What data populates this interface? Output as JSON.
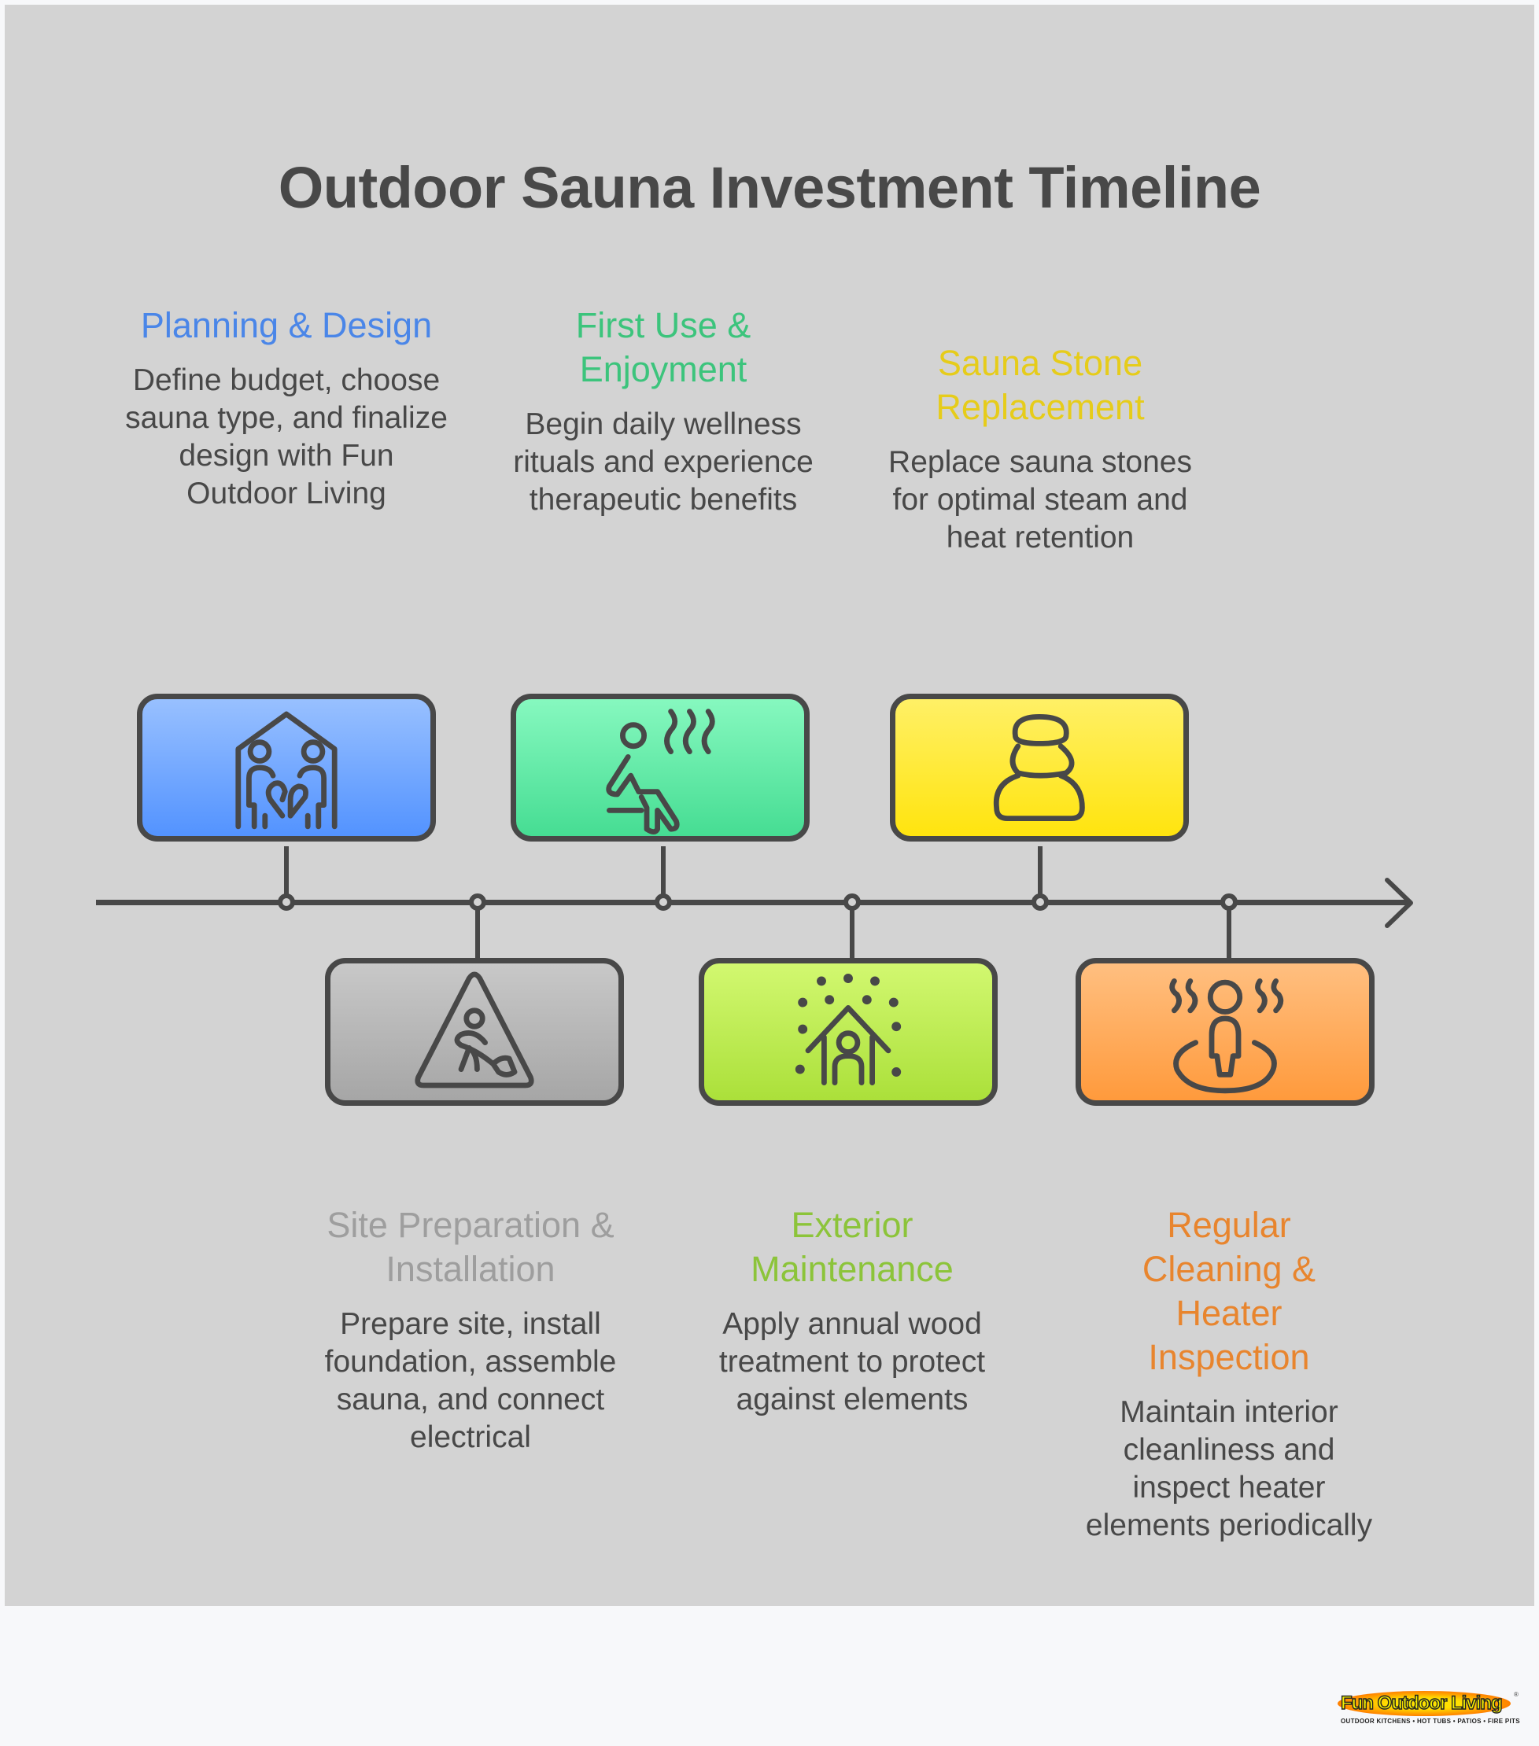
{
  "title": "Outdoor Sauna Investment Timeline",
  "colors": {
    "background_panel": "#d3d3d3",
    "page_background": "#f7f8fa",
    "stroke": "#484848",
    "text": "#484848"
  },
  "steps": [
    {
      "position": "top",
      "title": "Planning & Design",
      "description": "Define budget, choose sauna type, and finalize design with Fun Outdoor Living",
      "icon": "family-house-icon",
      "title_color": "#4a86e8",
      "box_gradient": [
        "#98c0ff",
        "#5393ff"
      ]
    },
    {
      "position": "bottom",
      "title": "Site Preparation & Installation",
      "description": "Prepare site, install foundation, assemble sauna, and connect electrical",
      "icon": "construction-worker-icon",
      "title_color": "#9e9e9e",
      "box_gradient": [
        "#c8c8c8",
        "#a6a6a6"
      ]
    },
    {
      "position": "top",
      "title": "First Use & Enjoyment",
      "description": "Begin daily wellness rituals and experience therapeutic benefits",
      "icon": "sauna-person-steam-icon",
      "title_color": "#3cc47c",
      "box_gradient": [
        "#86f8bf",
        "#46dd93"
      ]
    },
    {
      "position": "bottom",
      "title": "Exterior Maintenance",
      "description": "Apply annual wood treatment to protect against elements",
      "icon": "house-person-dots-icon",
      "title_color": "#8cc43a",
      "box_gradient": [
        "#d2f870",
        "#abe03a"
      ]
    },
    {
      "position": "top",
      "title": "Sauna Stone Replacement",
      "description": "Replace sauna stones for optimal steam and heat retention",
      "icon": "stacked-stones-icon",
      "title_color": "#e6cc1a",
      "box_gradient": [
        "#fff066",
        "#ffe40e"
      ]
    },
    {
      "position": "bottom",
      "title": "Regular Cleaning & Heater Inspection",
      "description": "Maintain interior cleanliness and inspect heater elements periodically",
      "icon": "hot-spring-person-icon",
      "title_color": "#e8852e",
      "box_gradient": [
        "#ffbf80",
        "#ff9a3c"
      ]
    }
  ],
  "logo": {
    "brand": "Fun Outdoor Living",
    "tagline": "OUTDOOR KITCHENS • HOT TUBS • PATIOS • FIRE PITS",
    "registered": "®"
  }
}
